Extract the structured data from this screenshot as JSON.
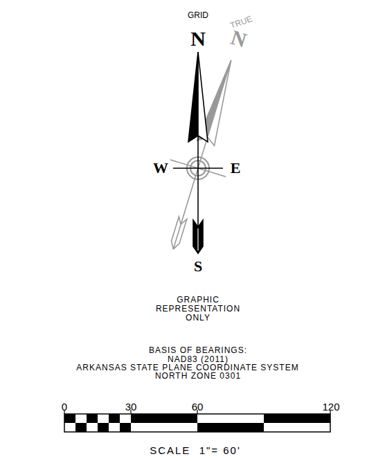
{
  "diagram": {
    "labels": [
      "GRID",
      "TRUE",
      "N",
      "N",
      "W",
      "E",
      "S",
      "GRAPHIC",
      "REPRESENTATION",
      "ONLY",
      "BASIS OF BEARINGS:",
      "NAD83 (2011)",
      "ARKANSAS STATE PLANE COORDINATE SYSTEM",
      "NORTH ZONE 0301",
      "0",
      "30",
      "60",
      "120",
      "SCALE  1\"= 60'"
    ]
  }
}
